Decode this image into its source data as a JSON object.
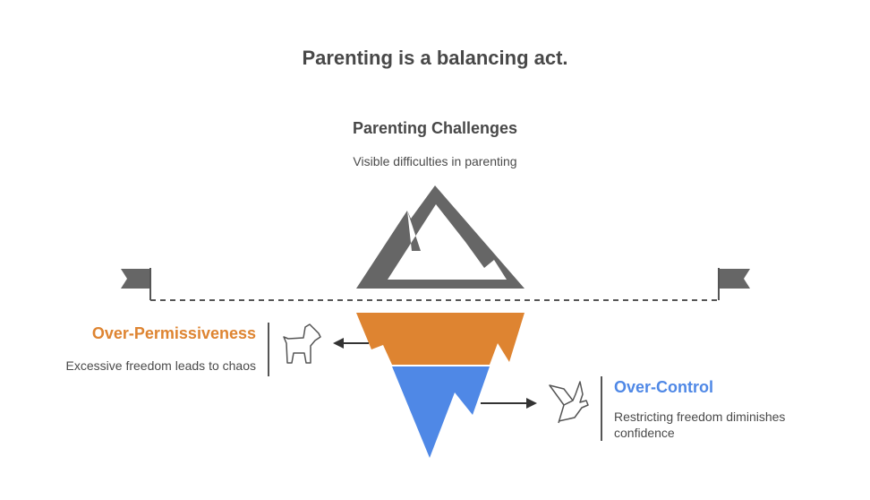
{
  "title": "Parenting is a balancing act.",
  "top": {
    "heading": "Parenting Challenges",
    "description": "Visible difficulties in parenting"
  },
  "left": {
    "heading": "Over-Permissiveness",
    "description": "Excessive freedom leads to chaos",
    "icon": "dog-icon"
  },
  "right": {
    "heading": "Over-Control",
    "description": "Restricting freedom diminishes confidence",
    "icon": "bird-icon"
  },
  "colors": {
    "orange": "#de8431",
    "blue": "#4f88e6",
    "gray": "#666666"
  }
}
